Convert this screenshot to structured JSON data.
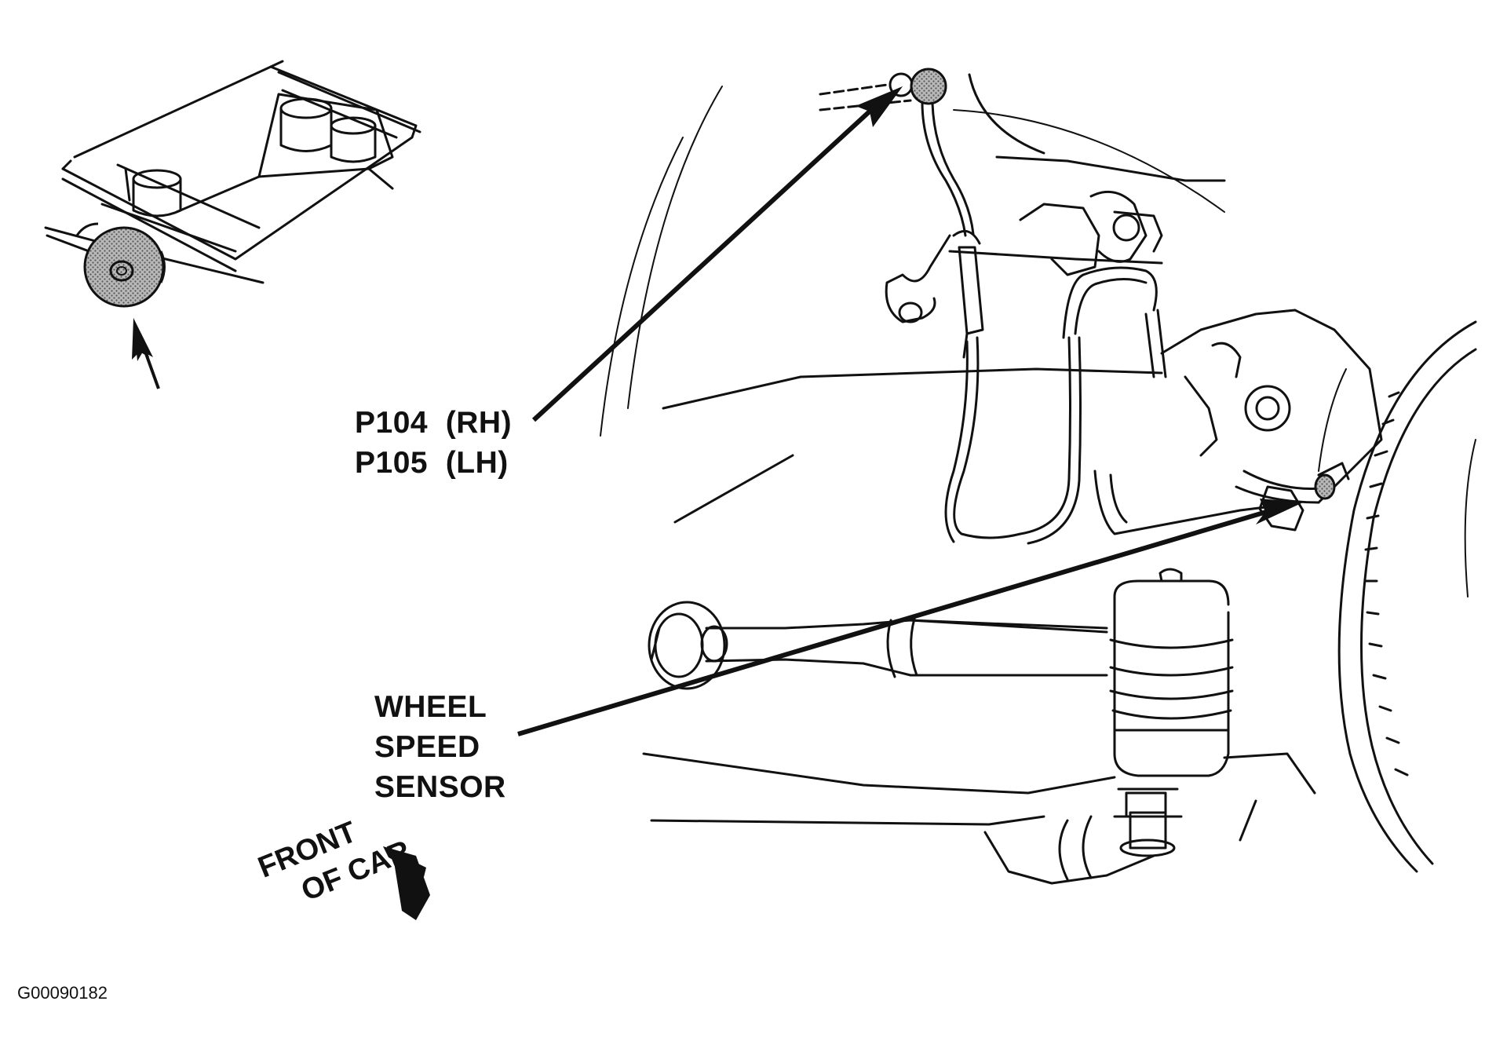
{
  "callouts": {
    "connector_line_1": "P104  (RH)",
    "connector_line_2": "P105  (LH)",
    "sensor_line_1": "WHEEL",
    "sensor_line_2": "SPEED",
    "sensor_line_3": "SENSOR"
  },
  "orientation": {
    "line_1": "FRONT",
    "line_2": "OF CAR"
  },
  "figure_id": "G00090182",
  "colors": {
    "ink": "#111111",
    "background": "#ffffff",
    "shading": "#9a9a9a"
  }
}
